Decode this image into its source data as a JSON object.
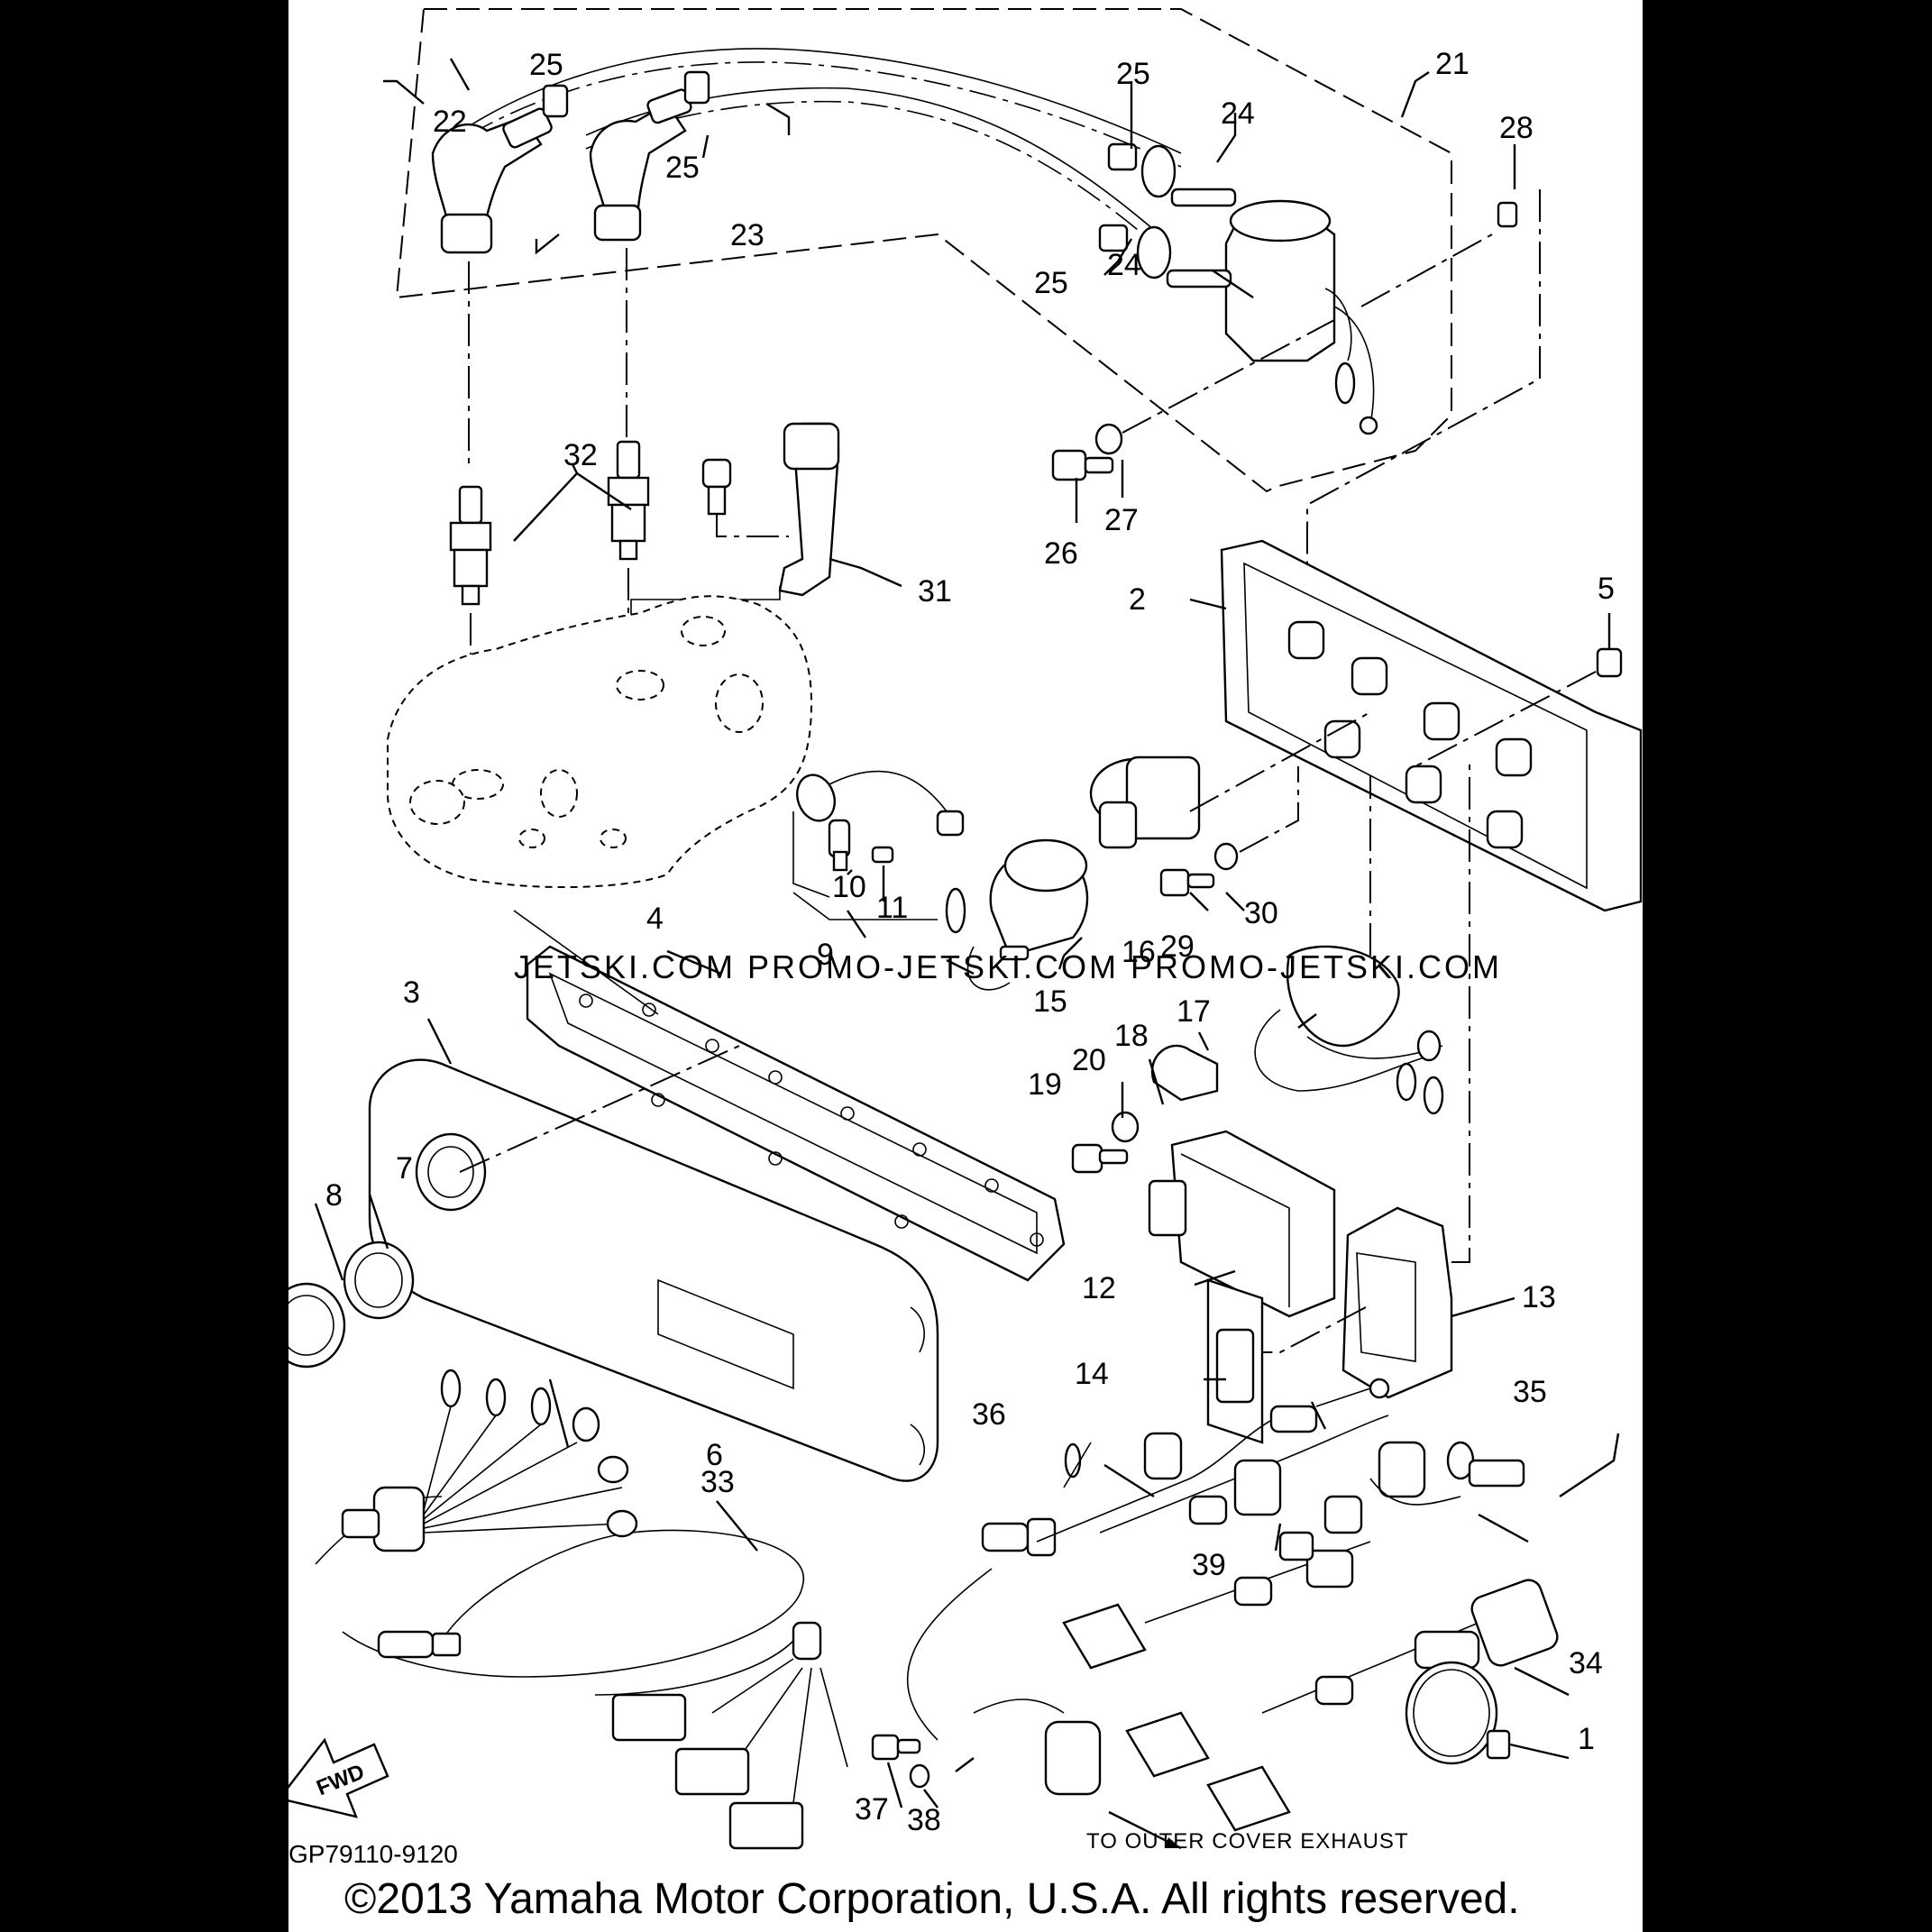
{
  "diagram": {
    "drawing_code": "GP79110-9120",
    "copyright": "©2013 Yamaha Motor Corporation, U.S.A. All rights reserved.",
    "note": "TO OUTER COVER EXHAUST",
    "fwd_label": "FWD",
    "watermark": "JETSKI.COM   PROMO-JETSKI.COM   PROMO-JETSKI.COM",
    "callouts": [
      "1",
      "2",
      "3",
      "4",
      "5",
      "6",
      "7",
      "8",
      "9",
      "10",
      "11",
      "12",
      "13",
      "14",
      "15",
      "16",
      "17",
      "18",
      "19",
      "20",
      "21",
      "22",
      "23",
      "24",
      "25",
      "26",
      "27",
      "28",
      "29",
      "30",
      "31",
      "32",
      "33",
      "34",
      "35",
      "36",
      "37",
      "38",
      "39"
    ],
    "callouts_repeat": [
      "24",
      "25",
      "25",
      "25"
    ]
  }
}
